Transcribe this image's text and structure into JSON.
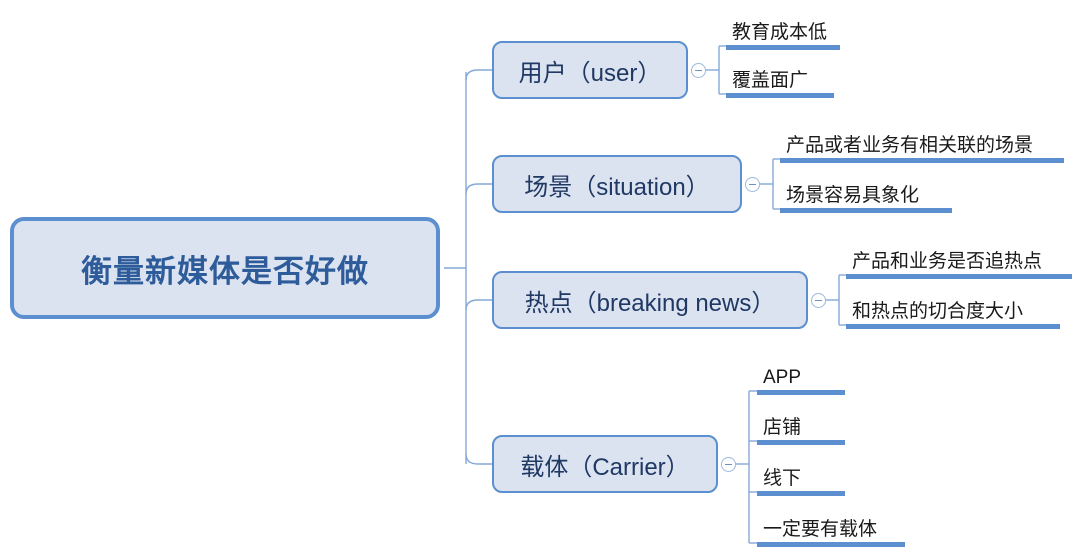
{
  "diagram": {
    "type": "mind-map",
    "title": "衡量新媒体是否好做",
    "orientation": "left-to-right",
    "colors": {
      "node_fill": "#dce3f0",
      "node_border": "#5b8fd0",
      "root_text": "#2e5c9a",
      "branch_text": "#1f3864",
      "leaf_text": "#1a1a1a",
      "connector": "#86a9d8",
      "underline": "#5b8fd0",
      "background": "#ffffff"
    },
    "root": {
      "label": "衡量新媒体是否好做"
    },
    "branches": [
      {
        "label": "用户（user）",
        "toggle_state": "expanded",
        "toggle_glyph": "minus",
        "children": [
          {
            "label": "教育成本低"
          },
          {
            "label": "覆盖面广"
          }
        ]
      },
      {
        "label": "场景（situation）",
        "toggle_state": "expanded",
        "toggle_glyph": "minus",
        "children": [
          {
            "label": "产品或者业务有相关联的场景"
          },
          {
            "label": "场景容易具象化"
          }
        ]
      },
      {
        "label": "热点（breaking news）",
        "toggle_state": "expanded",
        "toggle_glyph": "minus",
        "children": [
          {
            "label": "产品和业务是否追热点"
          },
          {
            "label": "和热点的切合度大小"
          }
        ]
      },
      {
        "label": "载体（Carrier）",
        "toggle_state": "expanded",
        "toggle_glyph": "minus",
        "children": [
          {
            "label": "APP"
          },
          {
            "label": "店铺"
          },
          {
            "label": "线下"
          },
          {
            "label": "一定要有载体"
          }
        ]
      }
    ]
  }
}
